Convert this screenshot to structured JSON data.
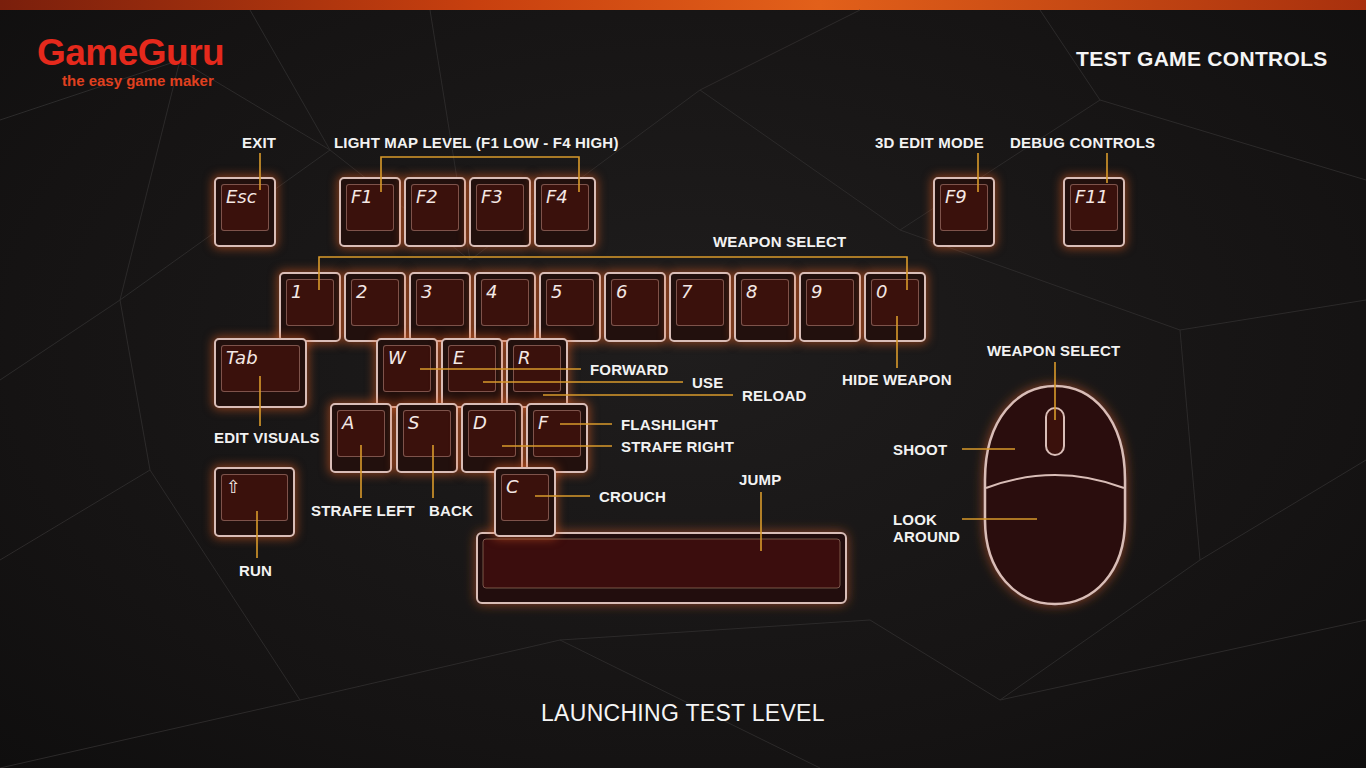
{
  "diagram": {
    "title": "TEST GAME CONTROLS",
    "caption": "LAUNCHING TEST LEVEL",
    "nodes": [
      {
        "text": [
          "Esc"
        ]
      },
      {
        "text": [
          "F1"
        ]
      },
      {
        "text": [
          "F2"
        ]
      },
      {
        "text": [
          "F3"
        ]
      },
      {
        "text": [
          "F4"
        ]
      },
      {
        "text": [
          "F9"
        ]
      },
      {
        "text": [
          "F11"
        ]
      },
      {
        "text": [
          "1"
        ]
      },
      {
        "text": [
          "2"
        ]
      },
      {
        "text": [
          "3"
        ]
      },
      {
        "text": [
          "4"
        ]
      },
      {
        "text": [
          "5"
        ]
      },
      {
        "text": [
          "6"
        ]
      },
      {
        "text": [
          "7"
        ]
      },
      {
        "text": [
          "8"
        ]
      },
      {
        "text": [
          "9"
        ]
      },
      {
        "text": [
          "0"
        ]
      },
      {
        "text": [
          "Tab"
        ]
      },
      {
        "text": [
          "W"
        ]
      },
      {
        "text": [
          "E"
        ]
      },
      {
        "text": [
          "R"
        ]
      },
      {
        "text": [
          "A"
        ]
      },
      {
        "text": [
          "S"
        ]
      },
      {
        "text": [
          "D"
        ]
      },
      {
        "text": [
          "F"
        ]
      },
      {
        "text": [
          "⇧"
        ]
      },
      {
        "text": [
          "C"
        ]
      }
    ],
    "labels": [
      "GameGuru",
      "the easy game maker",
      "EXIT",
      "LIGHT MAP LEVEL (F1 LOW - F4 HIGH)",
      "3D EDIT MODE",
      "DEBUG CONTROLS",
      "WEAPON SELECT",
      "FORWARD",
      "USE",
      "RELOAD",
      "HIDE WEAPON",
      "WEAPON SELECT",
      "EDIT VISUALS",
      "FLASHLIGHT",
      "SHOOT",
      "STRAFE RIGHT",
      "JUMP",
      "CROUCH",
      "STRAFE LEFT",
      "BACK",
      "LOOK AROUND",
      "RUN"
    ]
  }
}
